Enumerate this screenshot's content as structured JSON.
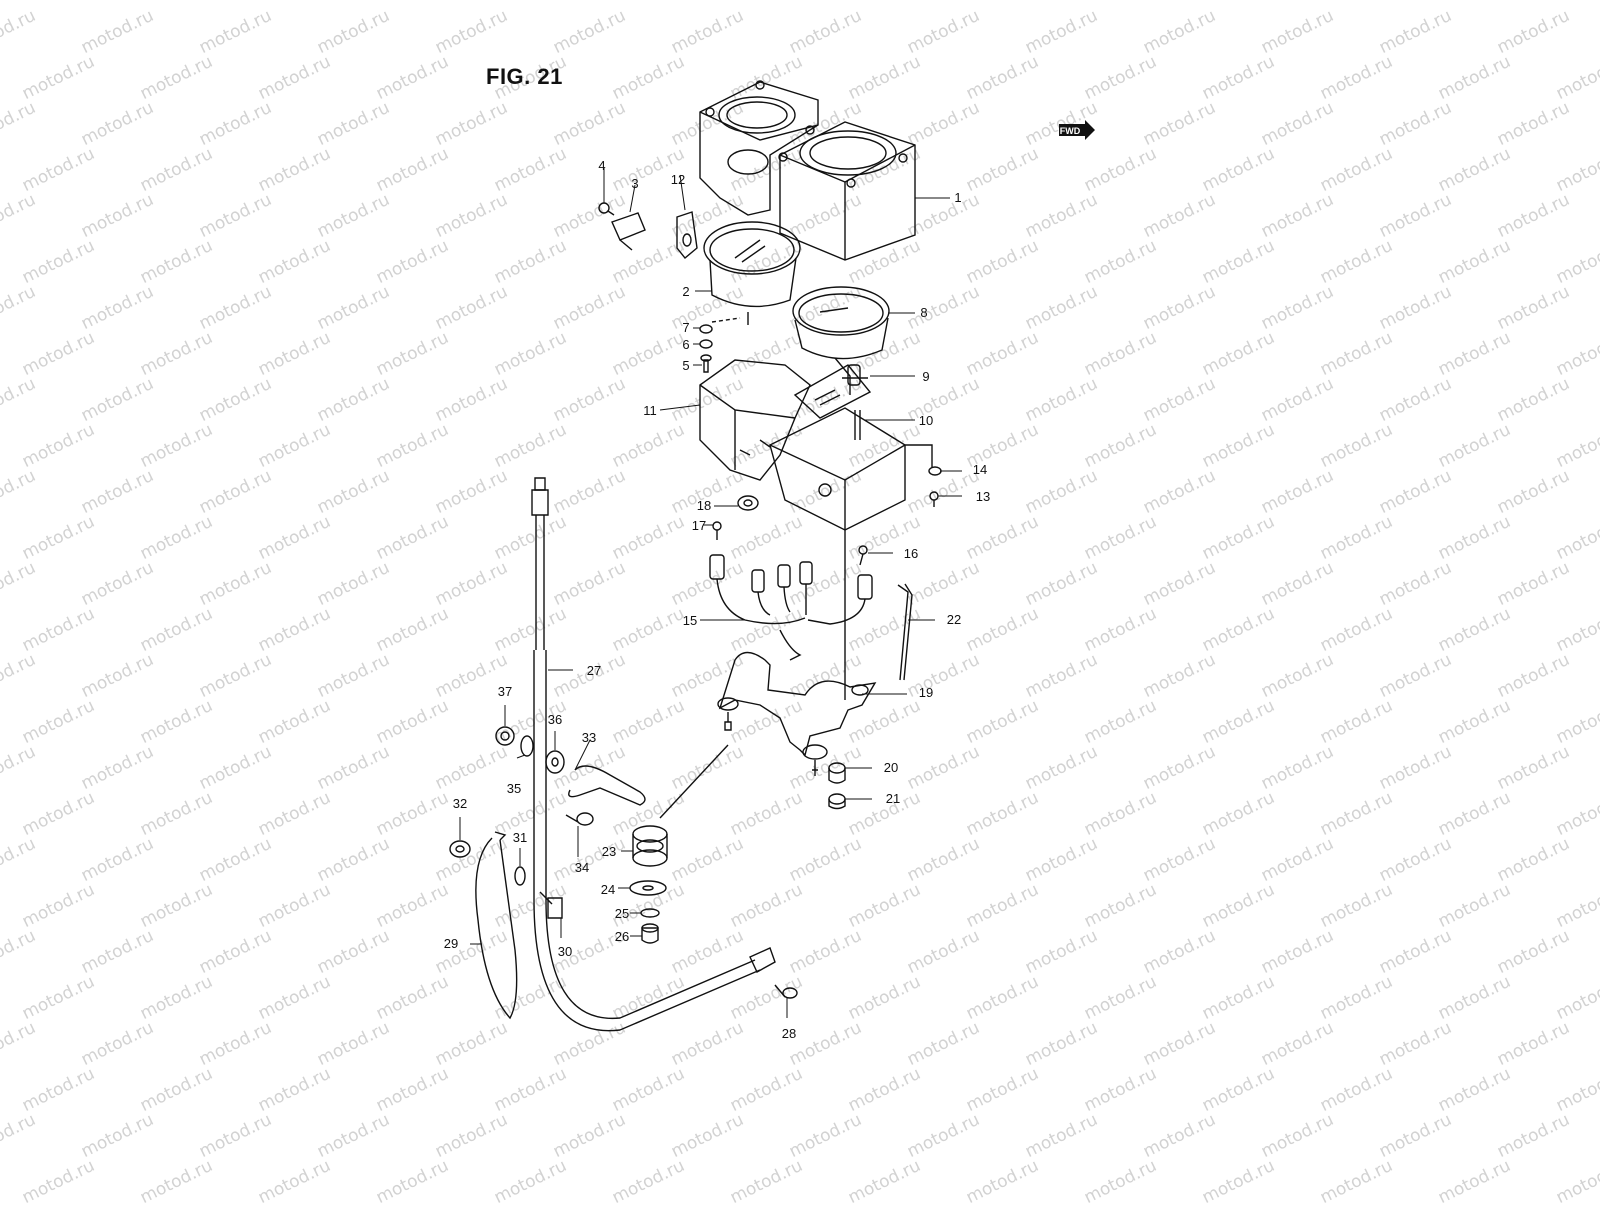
{
  "figure": {
    "title": "FIG. 21",
    "direction_badge": "FWD",
    "watermark": "motod.ru"
  },
  "callouts": [
    "1",
    "2",
    "3",
    "4",
    "5",
    "6",
    "7",
    "8",
    "9",
    "10",
    "11",
    "12",
    "13",
    "14",
    "15",
    "16",
    "17",
    "18",
    "19",
    "20",
    "21",
    "22",
    "23",
    "24",
    "25",
    "26",
    "27",
    "28",
    "29",
    "30",
    "31",
    "32",
    "33",
    "34",
    "35",
    "36",
    "37"
  ],
  "colors": {
    "ink": "#111111",
    "watermark": "#d2d2d2",
    "paper": "#ffffff"
  }
}
